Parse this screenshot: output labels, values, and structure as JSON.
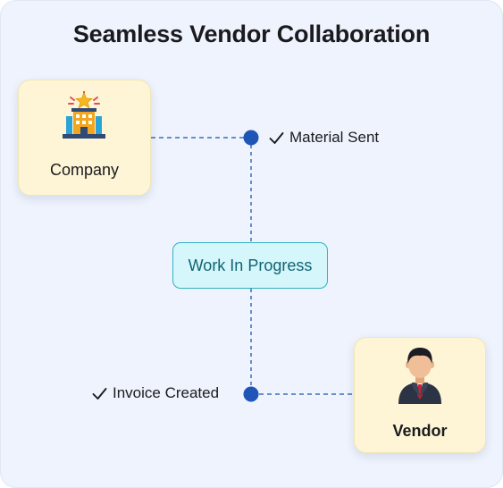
{
  "title": "Seamless Vendor Collaboration",
  "nodes": {
    "company": {
      "label": "Company",
      "icon": "office-building-icon"
    },
    "vendor": {
      "label": "Vendor",
      "icon": "businessman-icon"
    }
  },
  "status": {
    "label": "Work In Progress"
  },
  "steps": [
    {
      "label": "Material Sent",
      "icon": "check-icon"
    },
    {
      "label": "Invoice Created",
      "icon": "check-icon"
    }
  ],
  "colors": {
    "background": "#eef3fd",
    "node_fill": "#fdf5d5",
    "status_fill": "#d5f6fb",
    "status_border": "#33b1c4",
    "status_text": "#116473",
    "connector": "#3b6cc0",
    "dot": "#1f55b6"
  }
}
